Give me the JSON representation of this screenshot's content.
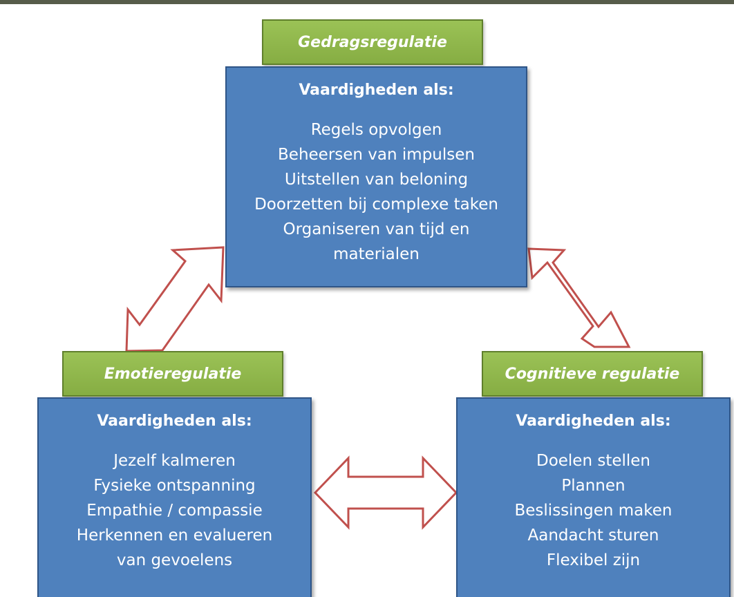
{
  "nodes": [
    {
      "id": "gedrag",
      "title": "Gedragsregulatie",
      "heading": "Vaardigheden als:",
      "items": [
        "Regels  opvolgen",
        "Beheersen  van impulsen",
        "Uitstellen  van beloning",
        "Doorzetten bij complexe taken",
        "Organiseren van tijd en",
        "materialen"
      ]
    },
    {
      "id": "emotie",
      "title": "Emotieregulatie",
      "heading": "Vaardigheden als:",
      "items": [
        "Jezelf kalmeren",
        "Fysieke ontspanning",
        "Empathie / compassie",
        "Herkennen en evalueren",
        "van gevoelens"
      ]
    },
    {
      "id": "cognitief",
      "title": "Cognitieve regulatie",
      "heading": "Vaardigheden als:",
      "items": [
        "Doelen  stellen",
        "Plannen",
        "Beslissingen  maken",
        "Aandacht  sturen",
        "Flexibel  zijn"
      ]
    }
  ],
  "edges": [
    {
      "from": "gedrag",
      "to": "emotie",
      "type": "bidirectional"
    },
    {
      "from": "gedrag",
      "to": "cognitief",
      "type": "bidirectional"
    },
    {
      "from": "emotie",
      "to": "cognitief",
      "type": "bidirectional"
    }
  ],
  "colors": {
    "box_fill": "#4f81bd",
    "header_fill": "#9bbb59",
    "arrow_stroke": "#c0504d"
  }
}
